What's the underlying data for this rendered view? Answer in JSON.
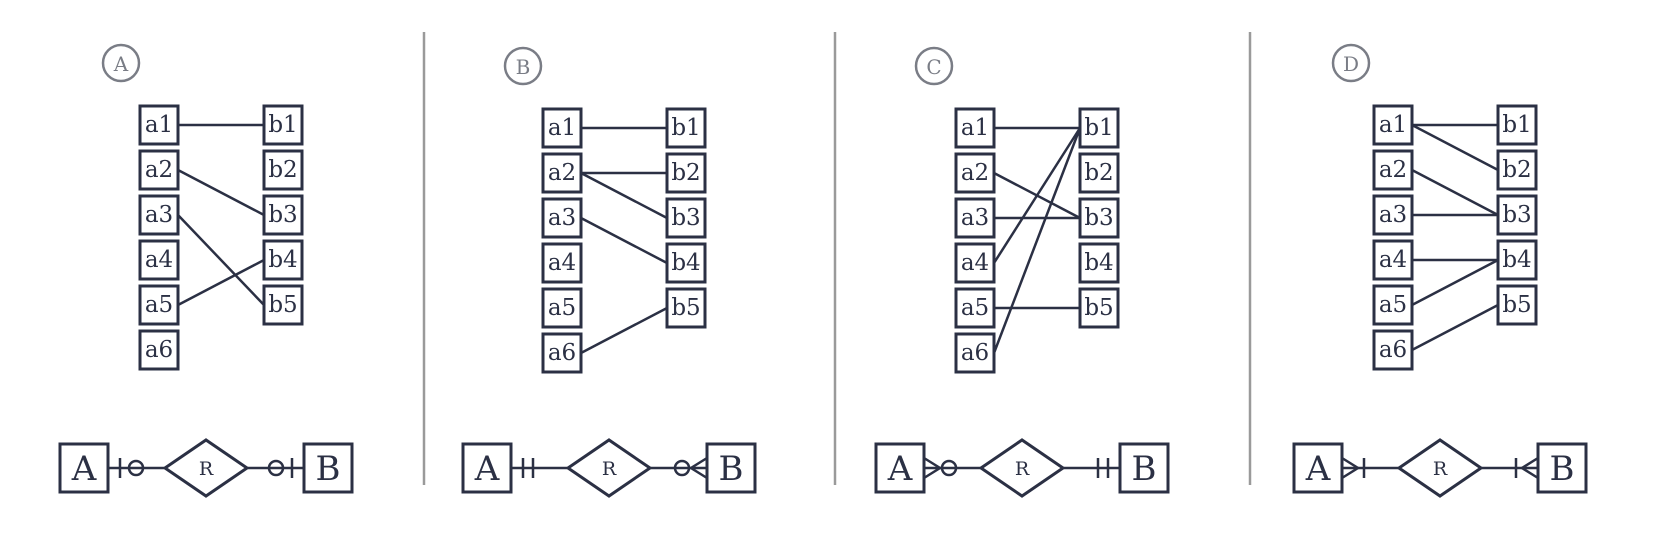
{
  "panels": [
    {
      "id": "A",
      "a": [
        "a1",
        "a2",
        "a3",
        "a4",
        "a5",
        "a6"
      ],
      "b": [
        "b1",
        "b2",
        "b3",
        "b4",
        "b5"
      ],
      "links": [
        [
          1,
          1
        ],
        [
          2,
          3
        ],
        [
          3,
          5
        ],
        [
          5,
          4
        ]
      ],
      "er": {
        "left": "A",
        "rel": "R",
        "right": "B",
        "left_end": "one-optional",
        "right_end": "one-optional"
      }
    },
    {
      "id": "B",
      "a": [
        "a1",
        "a2",
        "a3",
        "a4",
        "a5",
        "a6"
      ],
      "b": [
        "b1",
        "b2",
        "b3",
        "b4",
        "b5"
      ],
      "links": [
        [
          1,
          1
        ],
        [
          2,
          2
        ],
        [
          2,
          3
        ],
        [
          3,
          4
        ],
        [
          6,
          5
        ]
      ],
      "er": {
        "left": "A",
        "rel": "R",
        "right": "B",
        "left_end": "one-mandatory",
        "right_end": "many-optional"
      }
    },
    {
      "id": "C",
      "a": [
        "a1",
        "a2",
        "a3",
        "a4",
        "a5",
        "a6"
      ],
      "b": [
        "b1",
        "b2",
        "b3",
        "b4",
        "b5"
      ],
      "links": [
        [
          1,
          1
        ],
        [
          2,
          3
        ],
        [
          3,
          3
        ],
        [
          4,
          1
        ],
        [
          5,
          5
        ],
        [
          6,
          1
        ]
      ],
      "er": {
        "left": "A",
        "rel": "R",
        "right": "B",
        "left_end": "many-optional",
        "right_end": "one-mandatory"
      }
    },
    {
      "id": "D",
      "a": [
        "a1",
        "a2",
        "a3",
        "a4",
        "a5",
        "a6"
      ],
      "b": [
        "b1",
        "b2",
        "b3",
        "b4",
        "b5"
      ],
      "links": [
        [
          1,
          1
        ],
        [
          1,
          2
        ],
        [
          2,
          3
        ],
        [
          3,
          3
        ],
        [
          4,
          4
        ],
        [
          5,
          4
        ],
        [
          6,
          5
        ]
      ],
      "er": {
        "left": "A",
        "rel": "R",
        "right": "B",
        "left_end": "many-mandatory",
        "right_end": "many-mandatory"
      }
    }
  ]
}
